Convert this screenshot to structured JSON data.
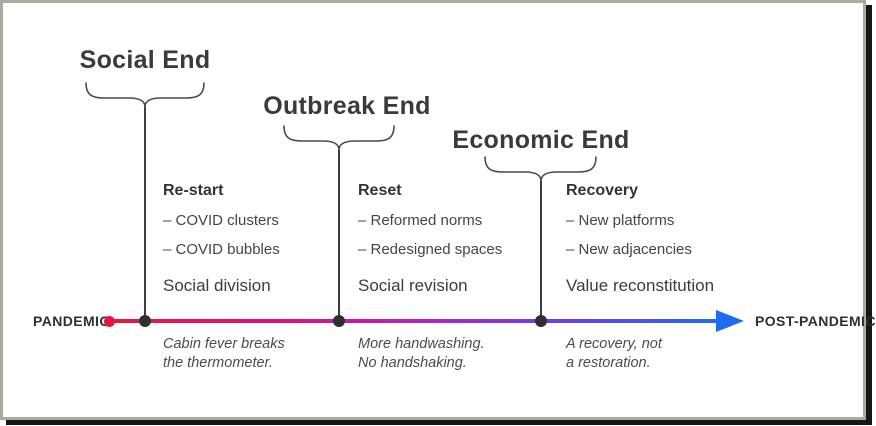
{
  "diagram": {
    "axis": {
      "start_label": "PANDEMIC",
      "end_label": "POST-PANDEMIC"
    },
    "colors": {
      "accent_red": "#e6173c",
      "accent_blue": "#1f6bf2",
      "ink": "#3a3a3a",
      "frame_border": "#a9ab9f"
    },
    "milestones": [
      {
        "title": "Social End",
        "heading": "Re-start",
        "bullets": [
          "– COVID clusters",
          "– COVID bubbles"
        ],
        "summary": "Social division",
        "caption_line1": "Cabin fever breaks",
        "caption_line2": "the thermometer."
      },
      {
        "title": "Outbreak End",
        "heading": "Reset",
        "bullets": [
          "– Reformed norms",
          "– Redesigned spaces"
        ],
        "summary": "Social revision",
        "caption_line1": "More handwashing.",
        "caption_line2": "No handshaking."
      },
      {
        "title": "Economic End",
        "heading": "Recovery",
        "bullets": [
          "– New platforms",
          "– New adjacencies"
        ],
        "summary": "Value reconstitution",
        "caption_line1": "A recovery, not",
        "caption_line2": "a restoration."
      }
    ]
  }
}
